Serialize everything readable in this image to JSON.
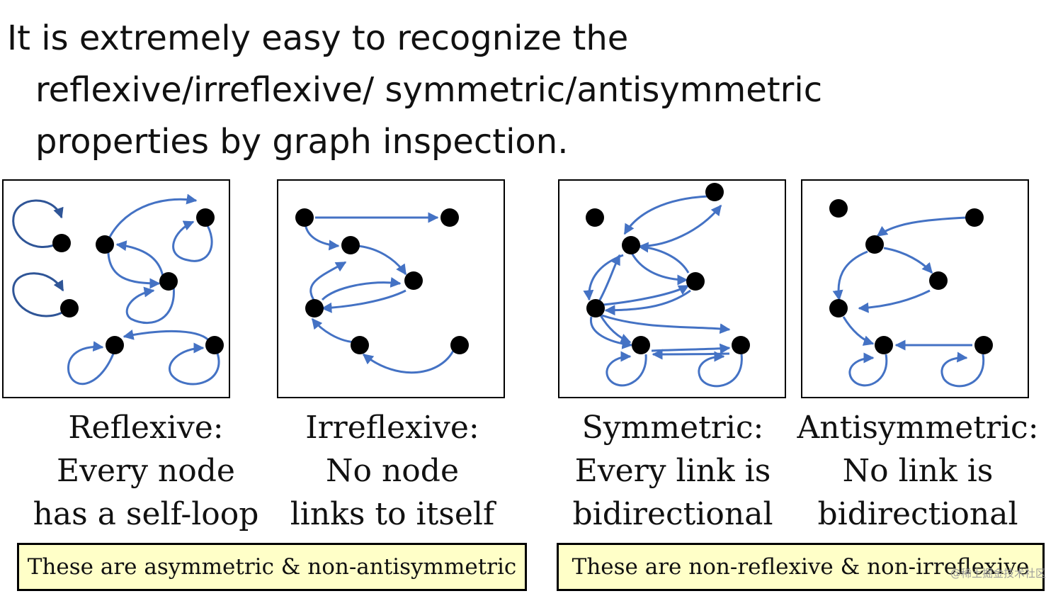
{
  "title": {
    "line1": "It is extremely easy to recognize the",
    "line2": "reflexive/irreflexive/ symmetric/antisymmetric",
    "line3": "properties by graph inspection."
  },
  "panels": [
    {
      "caption_line1": "Reflexive:",
      "caption_line2": "Every node",
      "caption_line3": "has a self-loop"
    },
    {
      "caption_line1": "Irreflexive:",
      "caption_line2": "No node",
      "caption_line3": "links to itself"
    },
    {
      "caption_line1": "Symmetric:",
      "caption_line2": "Every link is",
      "caption_line3": "bidirectional"
    },
    {
      "caption_line1": "Antisymmetric:",
      "caption_line2": "No link is",
      "caption_line3": "bidirectional"
    }
  ],
  "notes": {
    "left": "These are asymmetric & non-antisymmetric",
    "right": "These are non-reflexive & non-irreflexive"
  },
  "watermark": "@稀土掘金技术社区",
  "colors": {
    "arrow": "#4472c4",
    "arrow_dark": "#2f5597",
    "node": "#000000",
    "note_background": "#ffffc8"
  }
}
